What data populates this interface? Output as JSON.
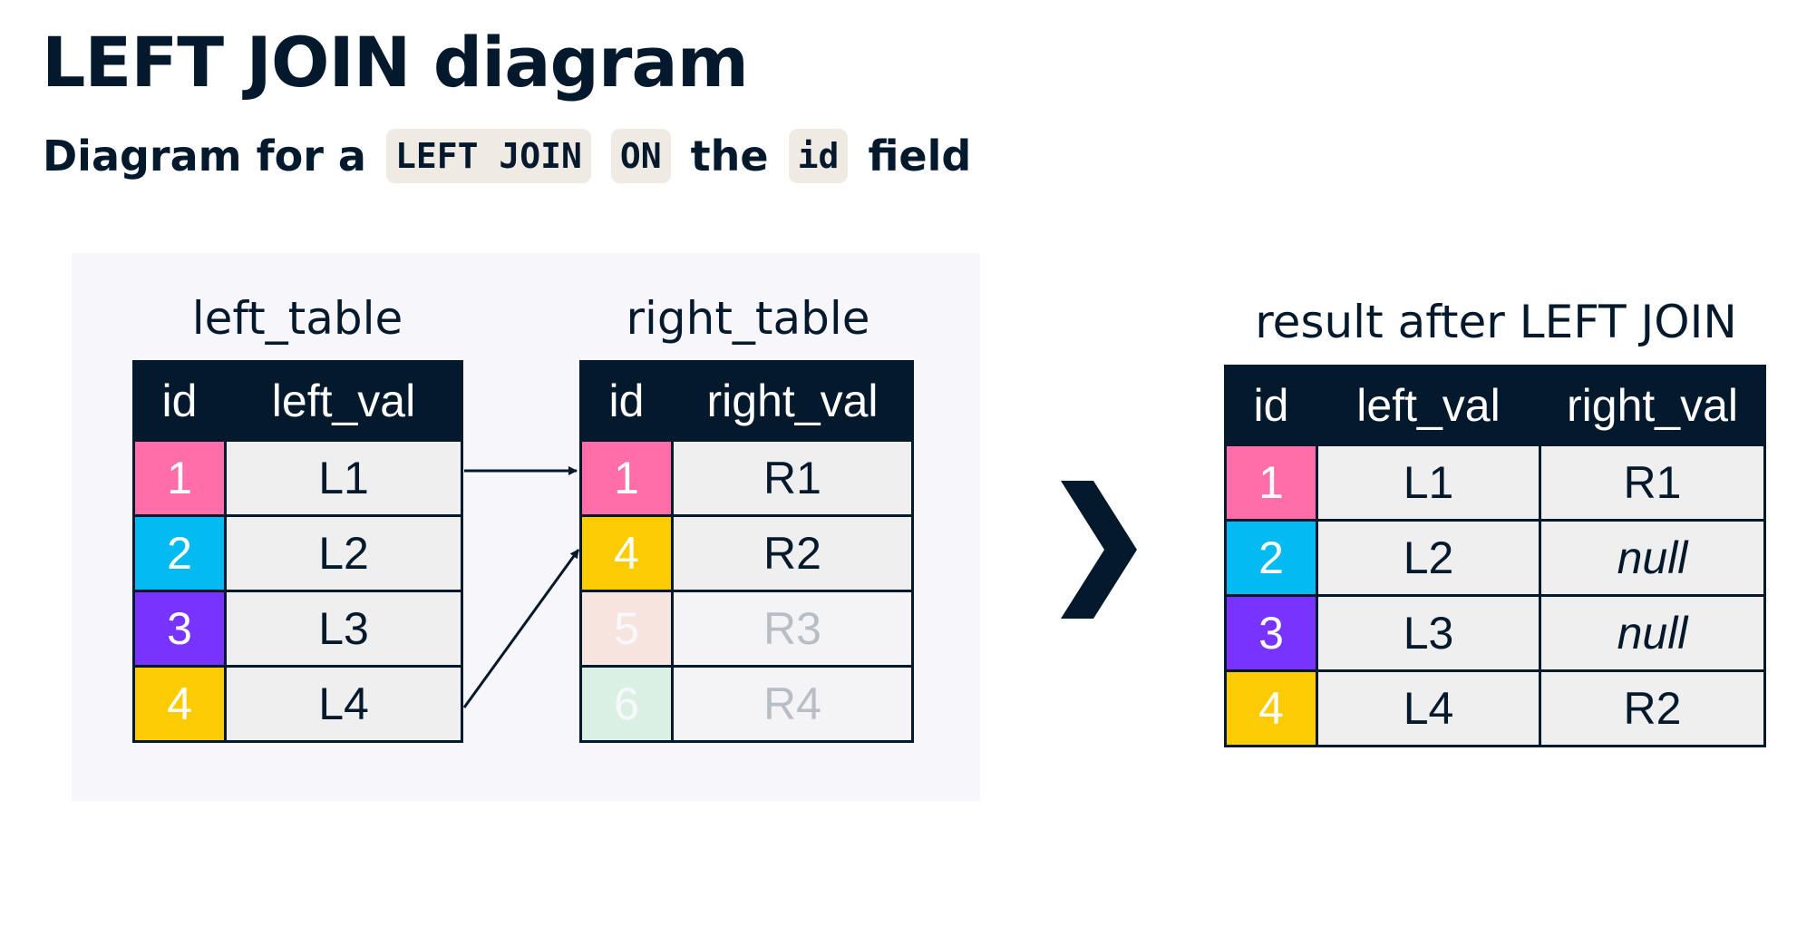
{
  "title": "LEFT JOIN diagram",
  "subtitle": {
    "prefix": "Diagram for a",
    "code1": "LEFT JOIN",
    "code2": "ON",
    "middle": "the",
    "code3": "id",
    "suffix": "field"
  },
  "left_table": {
    "caption": "left_table",
    "headers": [
      "id",
      "left_val"
    ],
    "rows": [
      {
        "id": "1",
        "val": "L1",
        "color": "#ff6ea9"
      },
      {
        "id": "2",
        "val": "L2",
        "color": "#03bbf0"
      },
      {
        "id": "3",
        "val": "L3",
        "color": "#7933ff"
      },
      {
        "id": "4",
        "val": "L4",
        "color": "#fbcc03"
      }
    ]
  },
  "right_table": {
    "caption": "right_table",
    "headers": [
      "id",
      "right_val"
    ],
    "rows": [
      {
        "id": "1",
        "val": "R1",
        "color": "#ff6ea9",
        "faded": false
      },
      {
        "id": "4",
        "val": "R2",
        "color": "#fbcc03",
        "faded": false
      },
      {
        "id": "5",
        "val": "R3",
        "color": "#ffb38a",
        "faded": true
      },
      {
        "id": "6",
        "val": "R4",
        "color": "#8fe1a2",
        "faded": true
      }
    ]
  },
  "result_table": {
    "caption": "result after LEFT JOIN",
    "headers": [
      "id",
      "left_val",
      "right_val"
    ],
    "rows": [
      {
        "id": "1",
        "left": "L1",
        "right": "R1",
        "color": "#ff6ea9",
        "null": false
      },
      {
        "id": "2",
        "left": "L2",
        "right": "null",
        "color": "#03bbf0",
        "null": true
      },
      {
        "id": "3",
        "left": "L3",
        "right": "null",
        "color": "#7933ff",
        "null": true
      },
      {
        "id": "4",
        "left": "L4",
        "right": "R2",
        "color": "#fbcc03",
        "null": false
      }
    ]
  },
  "colors": {
    "navy": "#05192d",
    "panel": "#f6f6fb",
    "cell": "#efefef",
    "code_bg": "#efeae4"
  },
  "icons": {
    "transition": "chevron-right-icon",
    "connector": "arrow-icon"
  }
}
